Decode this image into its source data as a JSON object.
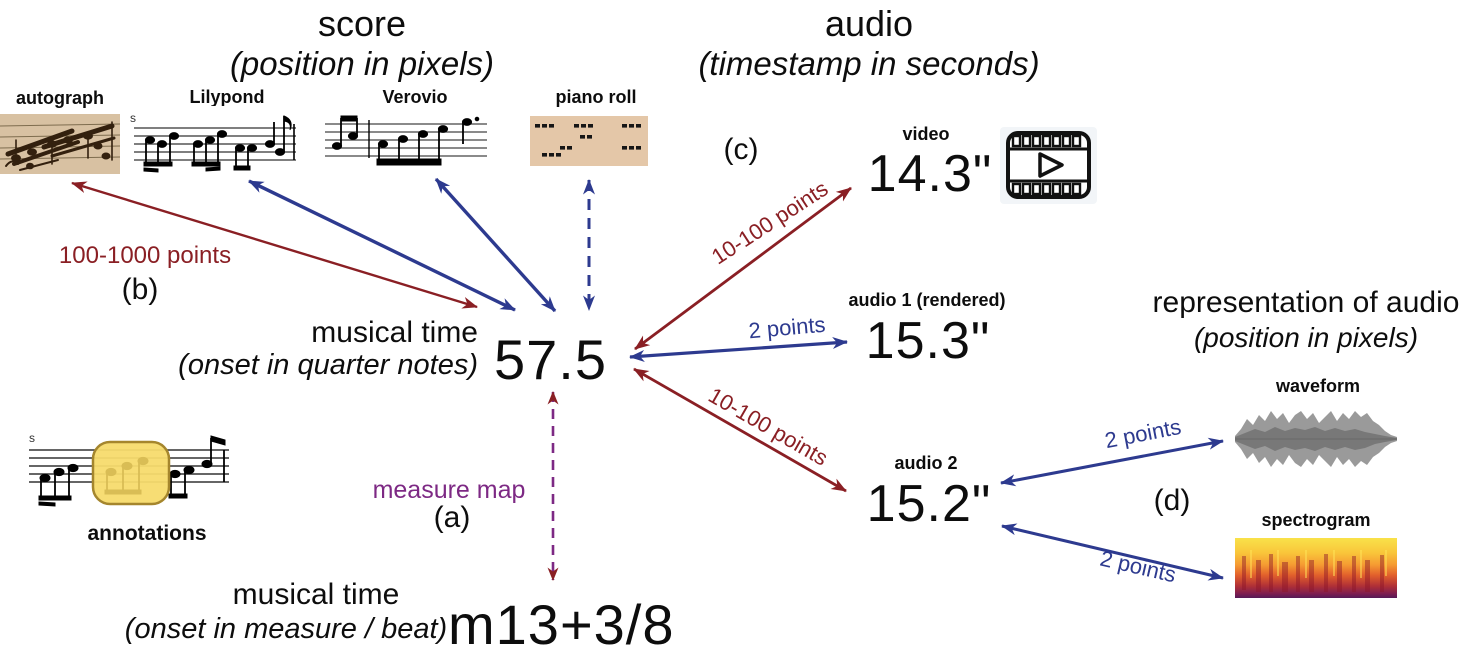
{
  "figure": {
    "description": "alignment diagram between score, musical time, audio and audio representations"
  },
  "colors": {
    "arrow_red": "#8a1f24",
    "arrow_blue": "#2d3a8f",
    "measure_purple": "#7d2984",
    "annotation_yellow": "#f7db6d",
    "autograph_tan": "#d8c1a2",
    "pianoroll_tan": "#e4c7a8"
  },
  "headings": {
    "score": {
      "title": "score",
      "subtitle": "(position in pixels)"
    },
    "audio": {
      "title": "audio",
      "subtitle": "(timestamp in seconds)"
    },
    "representation": {
      "title": "representation of audio",
      "subtitle": "(position in pixels)"
    }
  },
  "score_items": [
    {
      "label": "autograph"
    },
    {
      "label": "Lilypond"
    },
    {
      "label": "Verovio"
    },
    {
      "label": "piano roll"
    }
  ],
  "hub": {
    "label_line1": "musical time",
    "label_line2": "(onset in quarter notes)",
    "value": "57.5"
  },
  "measure": {
    "map_label": "measure map",
    "label_line1": "musical time",
    "label_line2": "(onset in measure / beat)",
    "value": "m13+3/8"
  },
  "annotations": {
    "label": "annotations"
  },
  "markers": {
    "a": "(a)",
    "b": "(b)",
    "c": "(c)",
    "d": "(d)"
  },
  "edges": {
    "score_points": "100-1000 points",
    "video_points": "10-100 points",
    "audio1_points": "2 points",
    "audio2_points": "10-100 points",
    "waveform_points": "2 points",
    "spectrogram_points": "2 points"
  },
  "audio_items": [
    {
      "label": "video",
      "value": "14.3\""
    },
    {
      "label": "audio 1 (rendered)",
      "value": "15.3\""
    },
    {
      "label": "audio 2",
      "value": "15.2\""
    }
  ],
  "representation_items": [
    {
      "label": "waveform"
    },
    {
      "label": "spectrogram"
    }
  ]
}
